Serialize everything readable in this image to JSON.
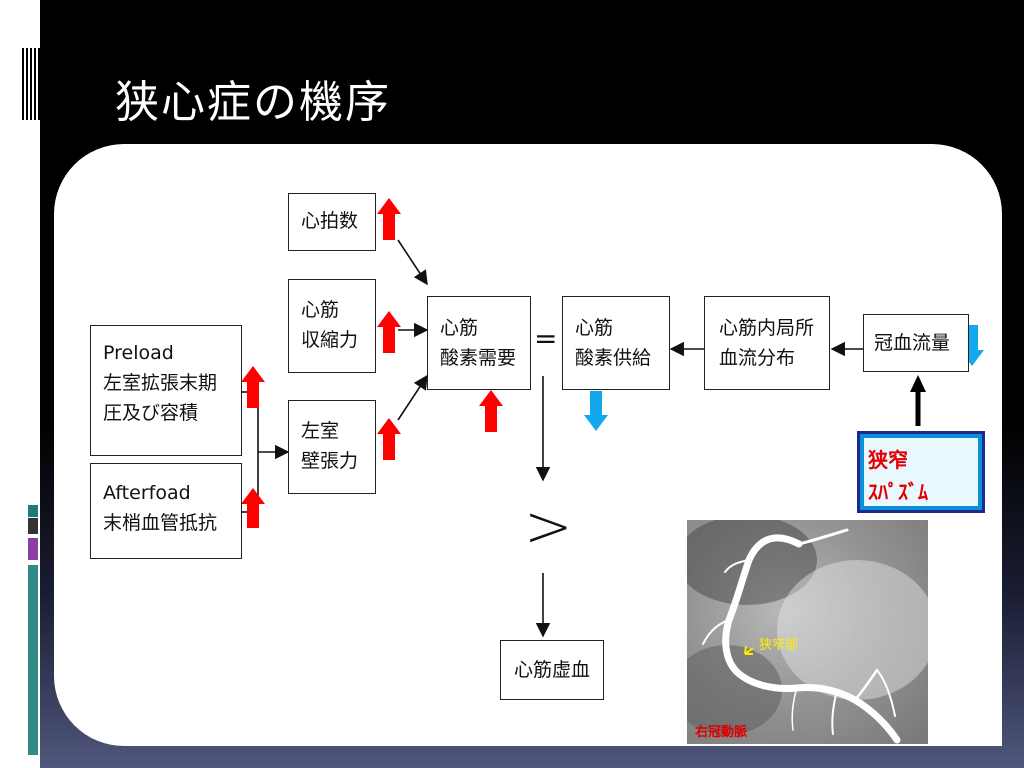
{
  "slide": {
    "title": "狭心症の機序"
  },
  "diagram": {
    "preload": {
      "l1": "Preload",
      "l2": "左室拡張末期",
      "l3": "圧及び容積"
    },
    "afterload": {
      "l1": "Afterfoad",
      "l2": "末梢血管抵抗"
    },
    "heart_rate": "心拍数",
    "contractility": {
      "l1": "心筋",
      "l2": "収縮力"
    },
    "wall_tension": {
      "l1": "左室",
      "l2": "壁張力"
    },
    "oxygen_demand": {
      "l1": "心筋",
      "l2": "酸素需要"
    },
    "equals": "=",
    "oxygen_supply": {
      "l1": "心筋",
      "l2": "酸素供給"
    },
    "distribution": {
      "l1": "心筋内局所",
      "l2": "血流分布"
    },
    "coronary_flow": "冠血流量",
    "greater_than": ">",
    "ischemia": "心筋虚血",
    "stenosis": {
      "l1": "狭窄",
      "l2": "ｽﾊﾟｽﾞﾑ"
    }
  },
  "angiogram": {
    "stenosis_label": "狭窄部",
    "caption": "右冠動脈"
  },
  "colors": {
    "increase": "#ff0000",
    "decrease": "#12a8ee",
    "stenosis_text": "#e00000"
  }
}
